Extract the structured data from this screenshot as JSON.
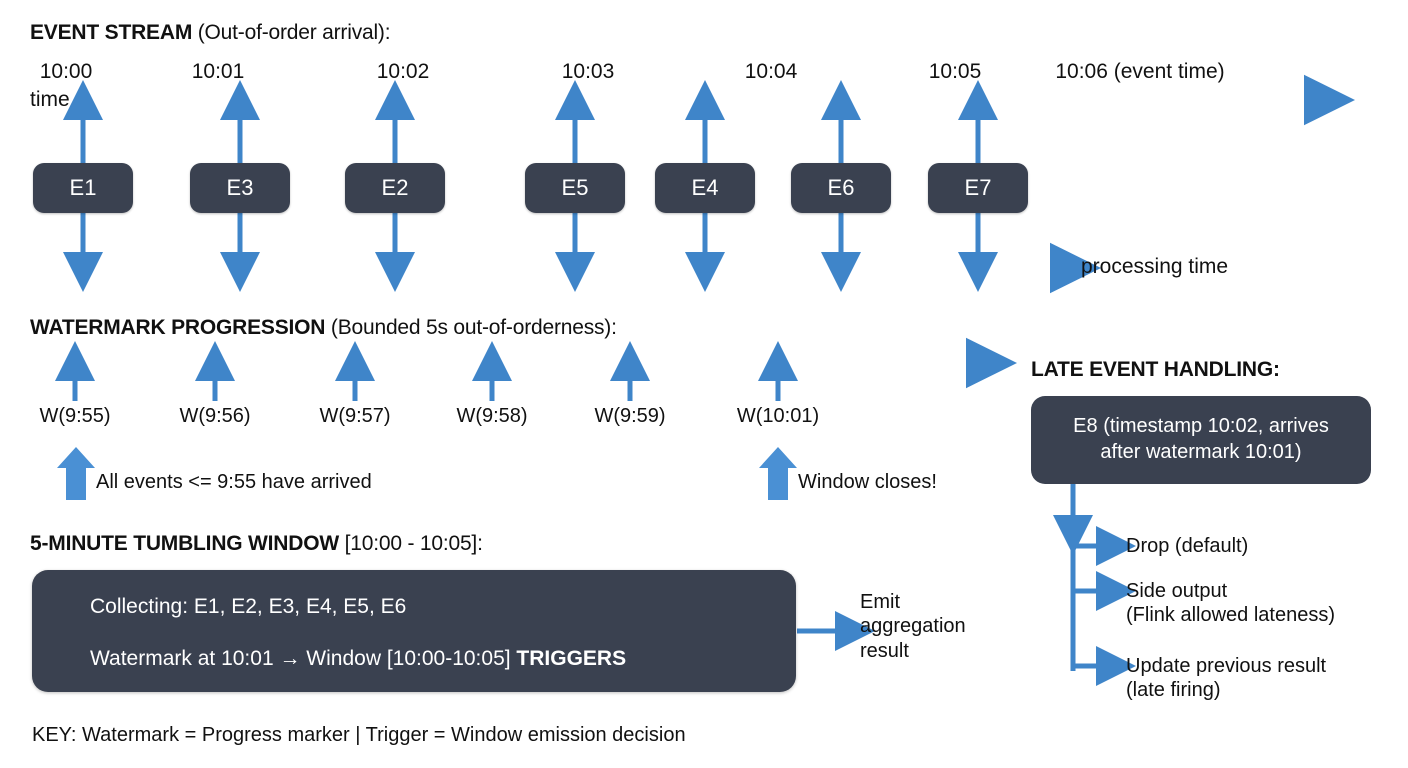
{
  "colors": {
    "accent_blue": "#4a90d4",
    "accent_blue_dark": "#3f7fbf",
    "box_dark": "#3a4150",
    "text": "#111111",
    "background": "#ffffff"
  },
  "event_stream": {
    "title_bold": "EVENT STREAM",
    "title_rest": " (Out-of-order arrival):",
    "event_time_axis_label": "time",
    "processing_time_axis_label": "processing time",
    "tick_labels": [
      "10:00",
      "10:01",
      "10:02",
      "10:03",
      "10:04",
      "10:05",
      "10:06 (event time)"
    ],
    "events": [
      "E1",
      "E3",
      "E2",
      "E5",
      "E4",
      "E6",
      "E7"
    ]
  },
  "watermark": {
    "title_bold": "WATERMARK PROGRESSION",
    "title_rest": " (Bounded 5s out-of-orderness):",
    "marks": [
      "W(9:55)",
      "W(9:56)",
      "W(9:57)",
      "W(9:58)",
      "W(9:59)",
      "W(10:01)"
    ],
    "callout_first": "All events <= 9:55 have arrived",
    "callout_last": "Window closes!"
  },
  "tumbling_window": {
    "title_bold": "5-MINUTE TUMBLING WINDOW",
    "title_rest": " [10:00 - 10:05]:",
    "line_collecting": "Collecting: E1, E2, E3, E4, E5, E6",
    "line_trigger_prefix": "Watermark at 10:01 → Window [10:00-10:05] ",
    "line_trigger_bold": "TRIGGERS",
    "emit_lines": [
      "Emit",
      "aggregation",
      "result"
    ]
  },
  "late_event": {
    "title": "LATE EVENT HANDLING:",
    "box_lines": [
      "E8 (timestamp 10:02, arrives",
      "after watermark 10:01)"
    ],
    "branches": [
      {
        "lines": [
          "Drop (default)"
        ]
      },
      {
        "lines": [
          "Side output",
          "(Flink allowed lateness)"
        ]
      },
      {
        "lines": [
          "Update previous result",
          "(late firing)"
        ]
      }
    ]
  },
  "key": {
    "text": "KEY: Watermark = Progress marker  | Trigger = Window emission decision"
  }
}
